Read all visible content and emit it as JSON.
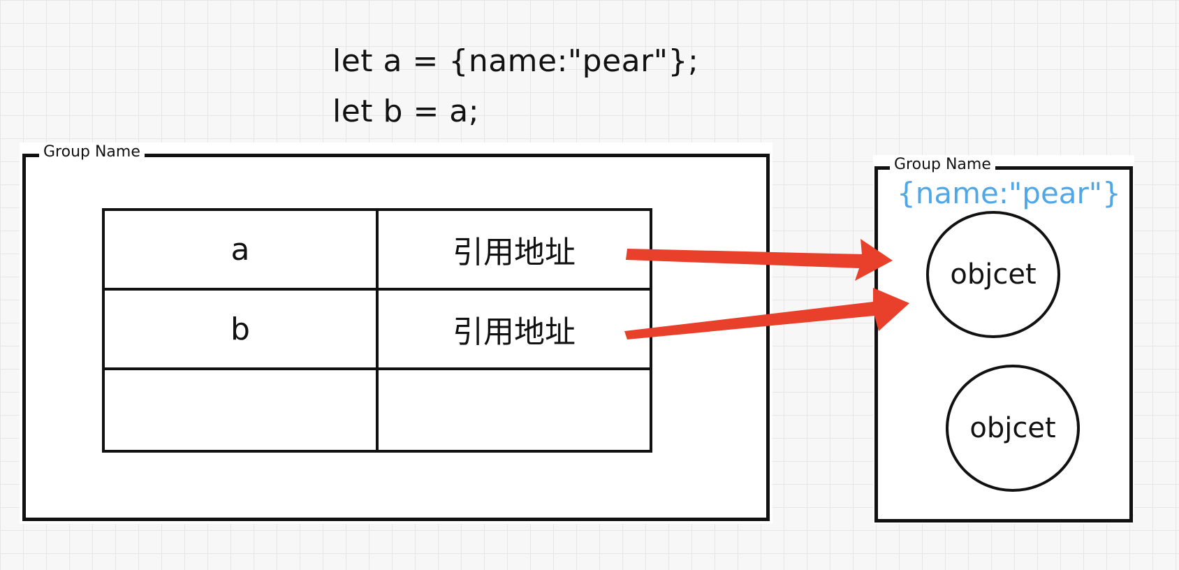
{
  "code": {
    "line1": "let a = {name:\"pear\"};",
    "line2": "let b = a;"
  },
  "stack": {
    "group_name": "Group Name",
    "rows": [
      {
        "name": "a",
        "value": "引用地址"
      },
      {
        "name": "b",
        "value": "引用地址"
      },
      {
        "name": "",
        "value": ""
      }
    ]
  },
  "heap": {
    "group_name": "Group Name",
    "object_literal": "{name:\"pear\"}",
    "objects": [
      "objcet",
      "objcet"
    ]
  },
  "colors": {
    "arrow": "#e8402a",
    "object_label": "#4fa7e6"
  }
}
